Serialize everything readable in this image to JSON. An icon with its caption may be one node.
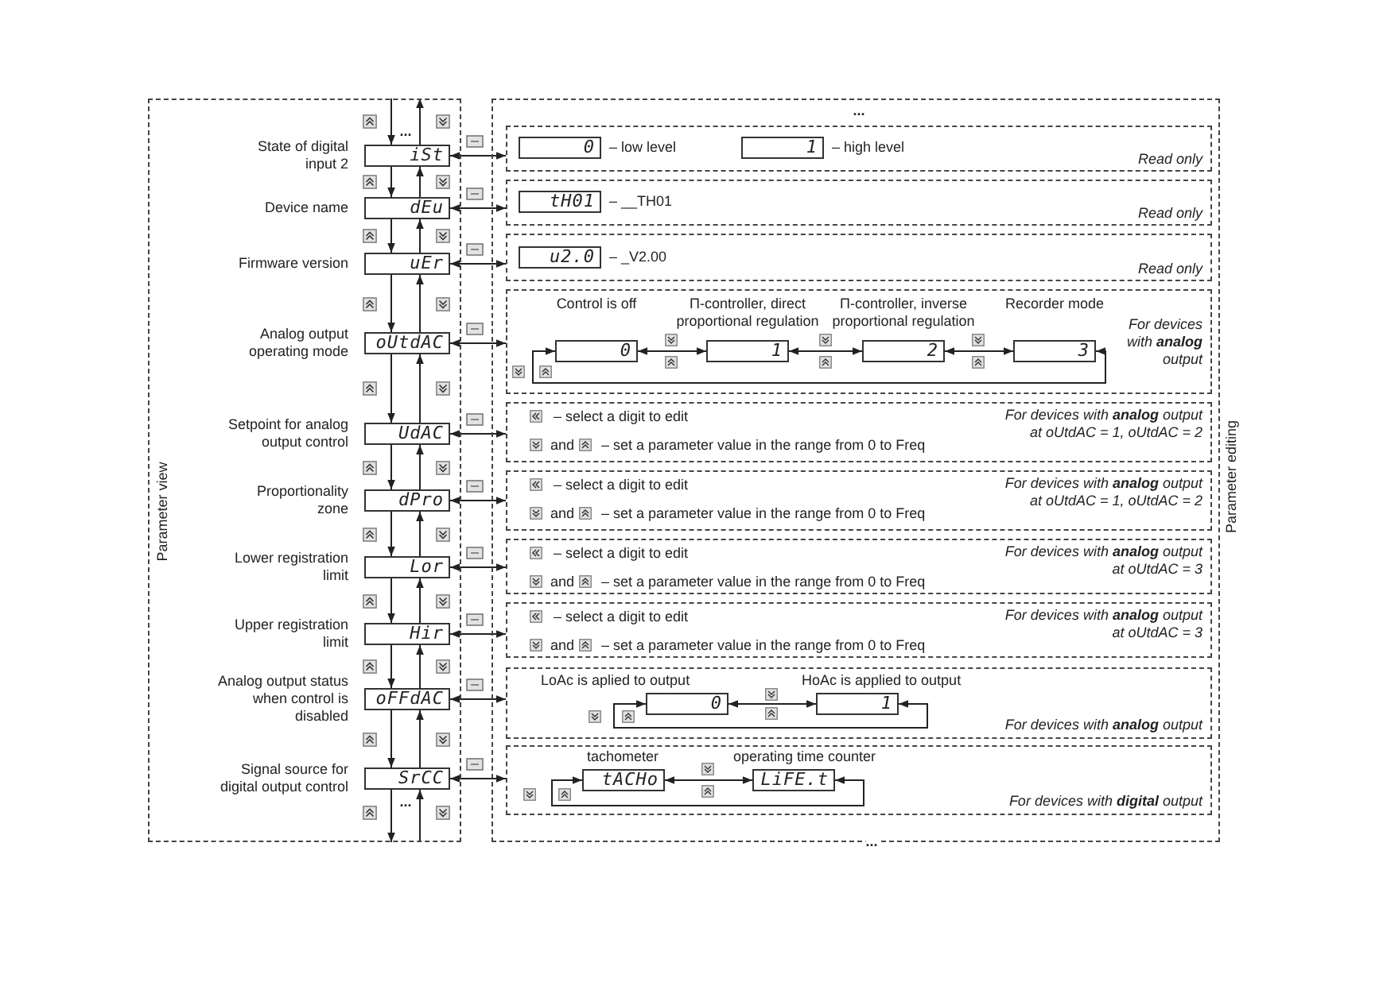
{
  "diagram": {
    "nodes": [
      {
        "text": [
          "Parameter view"
        ]
      },
      {
        "text": [
          "iSt"
        ],
        "beside": [
          "State of digital input 2"
        ],
        "in": 0
      },
      {
        "text": [
          "dEu"
        ],
        "beside": [
          "Device name"
        ],
        "in": 0
      },
      {
        "text": [
          "uEr"
        ],
        "beside": [
          "Firmware version"
        ],
        "in": 0
      },
      {
        "text": [
          "oUtdAC"
        ],
        "beside": [
          "Analog output operating mode"
        ],
        "in": 0
      },
      {
        "text": [
          "UdAC"
        ],
        "beside": [
          "Setpoint for analog output control"
        ],
        "in": 0
      },
      {
        "text": [
          "dPro"
        ],
        "beside": [
          "Proportionality zone"
        ],
        "in": 0
      },
      {
        "text": [
          "Lor"
        ],
        "beside": [
          "Lower registration limit"
        ],
        "in": 0
      },
      {
        "text": [
          "Hir"
        ],
        "beside": [
          "Upper registration limit"
        ],
        "in": 0
      },
      {
        "text": [
          "oFFdAC"
        ],
        "beside": [
          "Analog output status when control is disabled"
        ],
        "in": 0
      },
      {
        "text": [
          "SrCC"
        ],
        "beside": [
          "Signal source for digital output control"
        ],
        "in": 0
      },
      {
        "text": [
          "Parameter editing"
        ]
      },
      {
        "text": [
          "Read only"
        ],
        "in": 11
      },
      {
        "text": [
          "0"
        ],
        "beside": [
          "– low level"
        ],
        "in": 12
      },
      {
        "text": [
          "1"
        ],
        "beside": [
          "– high level"
        ],
        "in": 12
      },
      {
        "text": [
          "Read only"
        ],
        "in": 11
      },
      {
        "text": [
          "tH01"
        ],
        "beside": [
          "– __TH01"
        ],
        "in": 15
      },
      {
        "text": [
          "Read only"
        ],
        "in": 11
      },
      {
        "text": [
          "u2.0"
        ],
        "beside": [
          "– _V2.00"
        ],
        "in": 17
      },
      {
        "text": [
          "For devices with **analog** output"
        ],
        "in": 11
      },
      {
        "text": [
          "0"
        ],
        "beside": [
          "Control is off"
        ],
        "in": 19
      },
      {
        "text": [
          "1"
        ],
        "beside": [
          "П-controller, direct proportional regulation"
        ],
        "in": 19
      },
      {
        "text": [
          "2"
        ],
        "beside": [
          "П-controller, inverse proportional regulation"
        ],
        "in": 19
      },
      {
        "text": [
          "3"
        ],
        "beside": [
          "Recorder mode"
        ],
        "in": 19
      },
      {
        "text": [
          "– select a digit to edit",
          "and",
          "– set a parameter value in the range from 0 to Freq",
          "For devices with **analog** output at oUtdAC = 1, oUtdAC = 2"
        ],
        "in": 11
      },
      {
        "text": [
          "– select a digit to edit",
          "and",
          "– set a parameter value in the range from 0 to Freq",
          "For devices with **analog** output at oUtdAC = 1, oUtdAC = 2"
        ],
        "in": 11
      },
      {
        "text": [
          "– select a digit to edit",
          "and",
          "– set a parameter value in the range from 0 to Freq",
          "For devices with **analog** output at oUtdAC = 3"
        ],
        "in": 11
      },
      {
        "text": [
          "– select a digit to edit",
          "and",
          "– set a parameter value in the range from 0 to Freq",
          "For devices with **analog** output at oUtdAC = 3"
        ],
        "in": 11
      },
      {
        "text": [
          "For devices with **analog** output"
        ],
        "in": 11
      },
      {
        "text": [
          "0"
        ],
        "beside": [
          "LoAc is aplied to output"
        ],
        "in": 28
      },
      {
        "text": [
          "1"
        ],
        "beside": [
          "HoAc is applied to output"
        ],
        "in": 28
      },
      {
        "text": [
          "For devices with **digital** output"
        ],
        "in": 11
      },
      {
        "text": [
          "tACHo"
        ],
        "beside": [
          "tachometer"
        ],
        "in": 31
      },
      {
        "text": [
          "LiFE.t"
        ],
        "beside": [
          "operating time counter"
        ],
        "in": 31
      }
    ],
    "edges": [
      {
        "from": null,
        "to": 1,
        "arrow": "to"
      },
      {
        "from": 1,
        "to": null,
        "arrow": "to"
      },
      {
        "from": 1,
        "to": 2,
        "arrow": "to"
      },
      {
        "from": 2,
        "to": 1,
        "arrow": "to"
      },
      {
        "from": 2,
        "to": 3,
        "arrow": "to"
      },
      {
        "from": 3,
        "to": 2,
        "arrow": "to"
      },
      {
        "from": 3,
        "to": 4,
        "arrow": "to"
      },
      {
        "from": 4,
        "to": 3,
        "arrow": "to"
      },
      {
        "from": 4,
        "to": 5,
        "arrow": "to"
      },
      {
        "from": 5,
        "to": 4,
        "arrow": "to"
      },
      {
        "from": 5,
        "to": 6,
        "arrow": "to"
      },
      {
        "from": 6,
        "to": 5,
        "arrow": "to"
      },
      {
        "from": 6,
        "to": 7,
        "arrow": "to"
      },
      {
        "from": 7,
        "to": 6,
        "arrow": "to"
      },
      {
        "from": 7,
        "to": 8,
        "arrow": "to"
      },
      {
        "from": 8,
        "to": 7,
        "arrow": "to"
      },
      {
        "from": 8,
        "to": 9,
        "arrow": "to"
      },
      {
        "from": 9,
        "to": 8,
        "arrow": "to"
      },
      {
        "from": 9,
        "to": 10,
        "arrow": "to"
      },
      {
        "from": 10,
        "to": 9,
        "arrow": "to"
      },
      {
        "from": 10,
        "to": null,
        "arrow": "to"
      },
      {
        "from": null,
        "to": 10,
        "arrow": "to"
      },
      {
        "from": 1,
        "to": 12,
        "arrow": "both"
      },
      {
        "from": 2,
        "to": 15,
        "arrow": "both"
      },
      {
        "from": 3,
        "to": 17,
        "arrow": "both"
      },
      {
        "from": 4,
        "to": 19,
        "arrow": "both"
      },
      {
        "from": 5,
        "to": 24,
        "arrow": "both"
      },
      {
        "from": 6,
        "to": 25,
        "arrow": "both"
      },
      {
        "from": 7,
        "to": 26,
        "arrow": "both"
      },
      {
        "from": 8,
        "to": 27,
        "arrow": "both"
      },
      {
        "from": 9,
        "to": 28,
        "arrow": "both"
      },
      {
        "from": 10,
        "to": 31,
        "arrow": "both"
      },
      {
        "from": 20,
        "to": 21,
        "arrow": "both"
      },
      {
        "from": 21,
        "to": 22,
        "arrow": "both"
      },
      {
        "from": 22,
        "to": 23,
        "arrow": "both"
      },
      {
        "from": 23,
        "to": 20,
        "arrow": "both"
      },
      {
        "from": 29,
        "to": 30,
        "arrow": "both"
      },
      {
        "from": 30,
        "to": 29,
        "arrow": "both"
      },
      {
        "from": 32,
        "to": 33,
        "arrow": "both"
      },
      {
        "from": 33,
        "to": 32,
        "arrow": "both"
      }
    ],
    "labels": [
      "...",
      "...",
      "...",
      "..."
    ]
  }
}
